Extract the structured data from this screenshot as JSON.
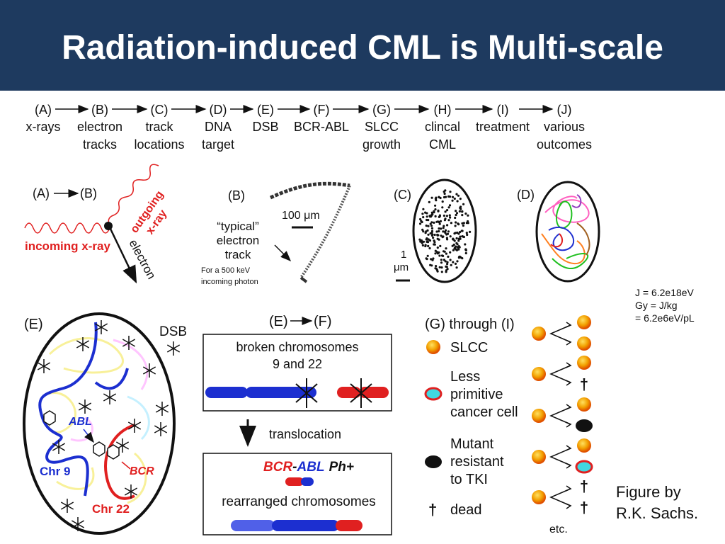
{
  "title": "Radiation-induced CML is Multi-scale",
  "flow": [
    {
      "id": "(A)",
      "l1": "x-rays",
      "l2": ""
    },
    {
      "id": "(B)",
      "l1": "electron",
      "l2": "tracks"
    },
    {
      "id": "(C)",
      "l1": "track",
      "l2": "locations"
    },
    {
      "id": "(D)",
      "l1": "DNA",
      "l2": "target"
    },
    {
      "id": "(E)",
      "l1": "DSB",
      "l2": ""
    },
    {
      "id": "(F)",
      "l1": "BCR-ABL",
      "l2": ""
    },
    {
      "id": "(G)",
      "l1": "SLCC",
      "l2": "growth"
    },
    {
      "id": "(H)",
      "l1": "clincal",
      "l2": "CML"
    },
    {
      "id": "(I)",
      "l1": "treatment",
      "l2": ""
    },
    {
      "id": "(J)",
      "l1": "various",
      "l2": "outcomes"
    }
  ],
  "panel_ab": {
    "a": "(A)",
    "b": "(B)",
    "incoming": "incoming x-ray",
    "outgoing1": "outgoing",
    "outgoing2": "x-ray",
    "electron": "electron"
  },
  "panel_b": {
    "label": "(B)",
    "scale": "100 μm",
    "t1": "“typical”",
    "t2": "electron",
    "t3": "track",
    "note1": "For a 500 keV",
    "note2": "incoming  photon"
  },
  "panel_c": {
    "label": "(C)",
    "scale1": "1",
    "scale2": "μm"
  },
  "panel_d": {
    "label": "(D)"
  },
  "units": {
    "line1": "J = 6.2e18eV",
    "line2": "Gy = J/kg",
    "line3": "= 6.2e6eV/pL"
  },
  "panel_e": {
    "label": "(E)",
    "dsb": "DSB",
    "abl": "ABL",
    "bcr": "BCR",
    "chr9": "Chr 9",
    "chr22": "Chr 22"
  },
  "panel_ef": {
    "e": "(E)",
    "f": "(F)",
    "broken1": "broken chromosomes",
    "broken2": "9 and 22",
    "translocation": "translocation",
    "bcr": "BCR",
    "dash": "-",
    "abl": "ABL",
    "ph": "Ph+",
    "rearranged": "rearranged chromosomes"
  },
  "panel_g": {
    "head": "(G) through (I)",
    "slcc": "SLCC",
    "less1": "Less",
    "less2": "primitive",
    "less3": "cancer cell",
    "mut1": "Mutant",
    "mut2": "resistant",
    "mut3": "to TKI",
    "dead": "dead",
    "dagger": "†",
    "etc": "etc."
  },
  "credit": {
    "line1": "Figure by",
    "line2": "R.K. Sachs."
  },
  "colors": {
    "header": "#1e3a5f",
    "red": "#e02020",
    "blue": "#1c2fd0",
    "slcc": "#f2a000",
    "cyan": "#40d8e0"
  }
}
